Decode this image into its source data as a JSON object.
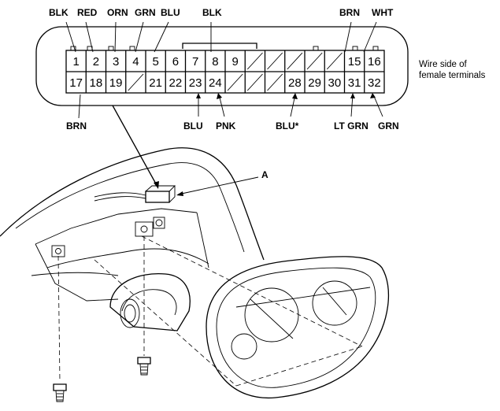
{
  "connector": {
    "top_row": [
      {
        "n": "1"
      },
      {
        "n": "2"
      },
      {
        "n": "3"
      },
      {
        "n": "4"
      },
      {
        "n": "5"
      },
      {
        "n": "6"
      },
      {
        "n": "7"
      },
      {
        "n": "8"
      },
      {
        "n": "9"
      },
      {
        "n": ""
      },
      {
        "n": ""
      },
      {
        "n": ""
      },
      {
        "n": ""
      },
      {
        "n": ""
      },
      {
        "n": "15"
      },
      {
        "n": "16"
      }
    ],
    "bottom_row": [
      {
        "n": "17"
      },
      {
        "n": "18"
      },
      {
        "n": "19"
      },
      {
        "n": ""
      },
      {
        "n": "21"
      },
      {
        "n": "22"
      },
      {
        "n": "23"
      },
      {
        "n": "24"
      },
      {
        "n": ""
      },
      {
        "n": ""
      },
      {
        "n": ""
      },
      {
        "n": "28"
      },
      {
        "n": "29"
      },
      {
        "n": "30"
      },
      {
        "n": "31"
      },
      {
        "n": "32"
      }
    ],
    "note_line1": "Wire side of",
    "note_line2": "female terminals"
  },
  "wire_labels": {
    "t1": "BLK",
    "t2": "RED",
    "t3": "ORN",
    "t4": "GRN",
    "t5": "BLU",
    "t8": "BLK",
    "t15": "BRN",
    "t16": "WHT",
    "b17": "BRN",
    "b23": "BLU",
    "b24": "PNK",
    "b28": "BLU*",
    "b31": "LT GRN",
    "b32": "GRN"
  },
  "callout_a": "A"
}
